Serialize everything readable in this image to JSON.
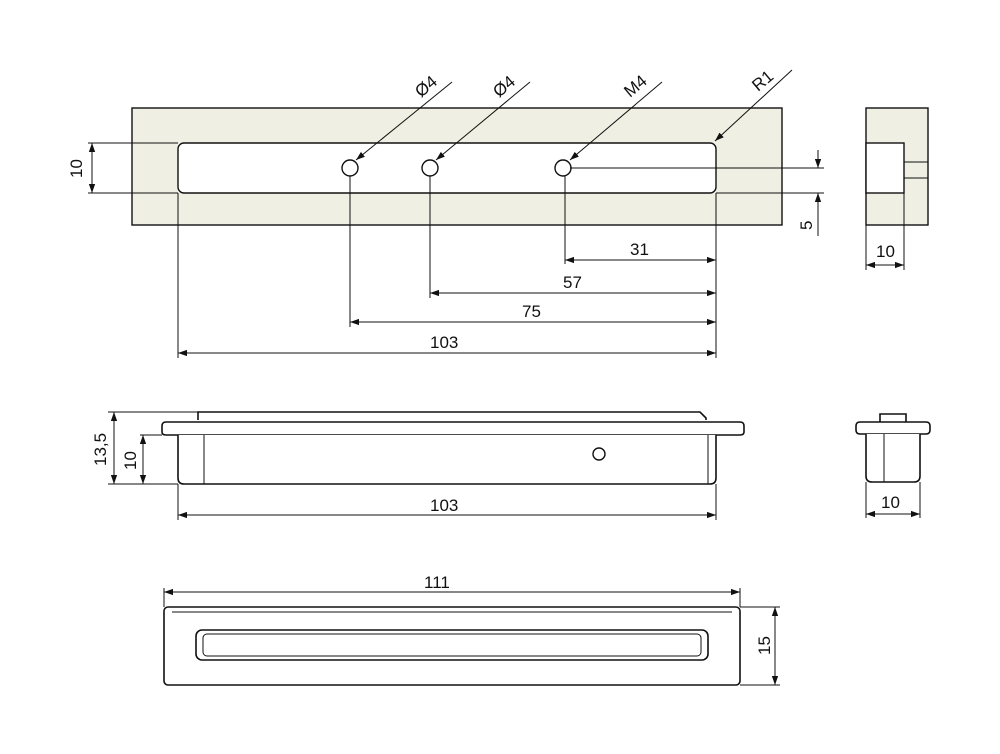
{
  "callouts": {
    "hole_1": "Ø4",
    "hole_2": "Ø4",
    "hole_3": "M4",
    "radius": "R1"
  },
  "top_view": {
    "dim_height": "10",
    "dim_31": "31",
    "dim_57": "57",
    "dim_75": "75",
    "dim_103": "103",
    "dim_offset": "5"
  },
  "side_view_top": {
    "dim_depth": "10"
  },
  "front_view": {
    "dim_total_height": "13,5",
    "dim_body_height": "10",
    "dim_length": "103"
  },
  "side_view_middle": {
    "dim_width": "10"
  },
  "bottom_view": {
    "dim_length": "111",
    "dim_height": "15"
  }
}
